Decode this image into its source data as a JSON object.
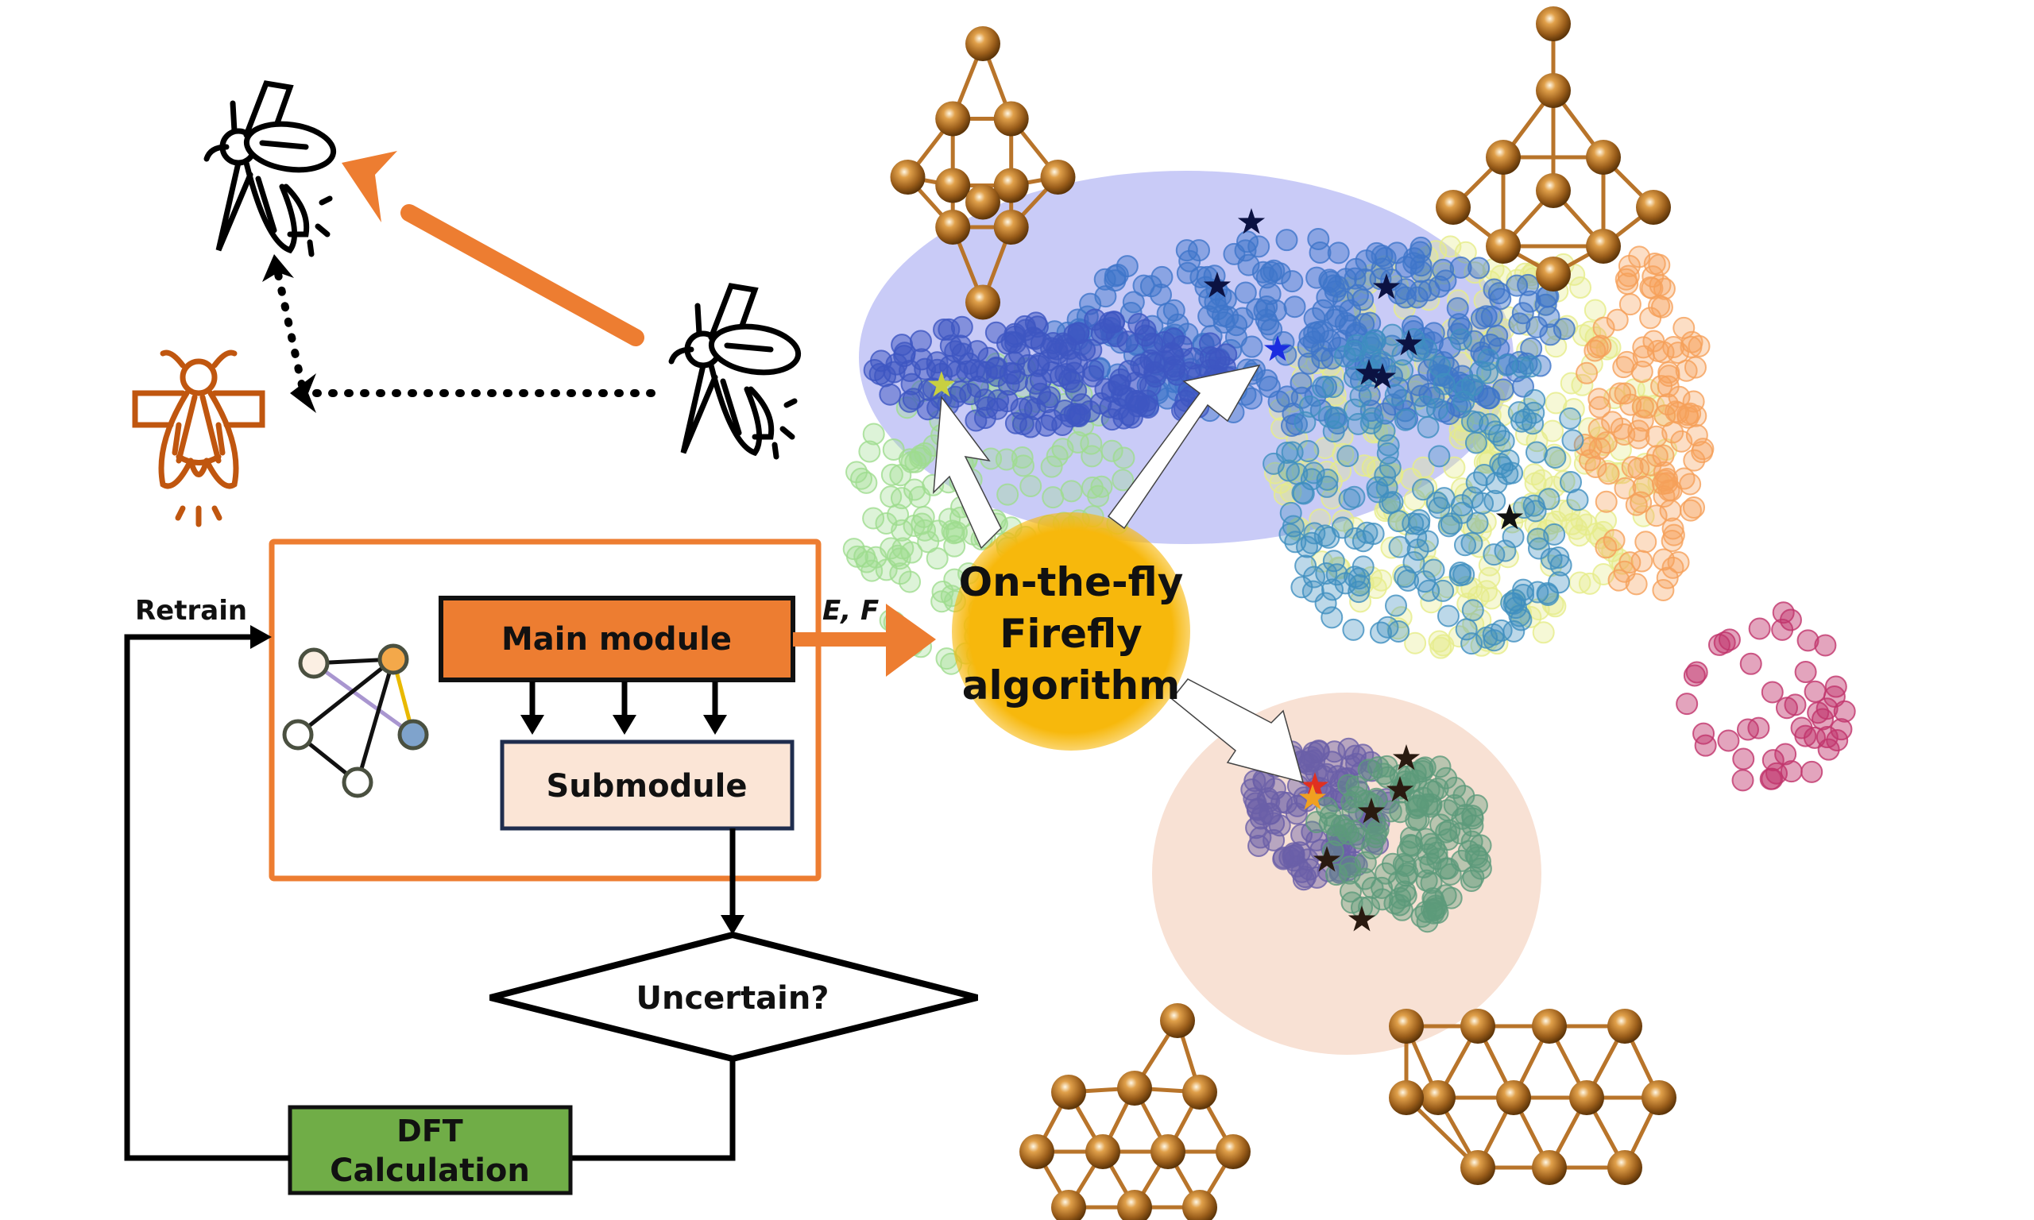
{
  "flowchart": {
    "retrain_label": "Retrain",
    "main_module_label": "Main module",
    "submodule_label": "Submodule",
    "decision_label": "Uncertain?",
    "dft_label_line1": "DFT",
    "dft_label_line2": "Calculation",
    "output_label": "E, F"
  },
  "algorithm": {
    "line1": "On-the-fly",
    "line2": "Firefly",
    "line3": "algorithm"
  },
  "colors": {
    "accent_orange": "#ED7D31",
    "main_module_fill": "#ED7D31",
    "submodule_fill": "#FBE5D6",
    "submodule_border": "#1F2D4E",
    "dft_fill": "#70AD47",
    "firefly_circle": "#F7B80C",
    "blue_region": "#C9CBF7",
    "peach_region": "#F8E1D4",
    "copper": "#B8742A",
    "orange_firefly": "#C0560F"
  },
  "icons": [
    "firefly-icon-target",
    "firefly-icon-orange",
    "firefly-icon-moving",
    "graph-network-icon",
    "copper-cluster-icon"
  ]
}
